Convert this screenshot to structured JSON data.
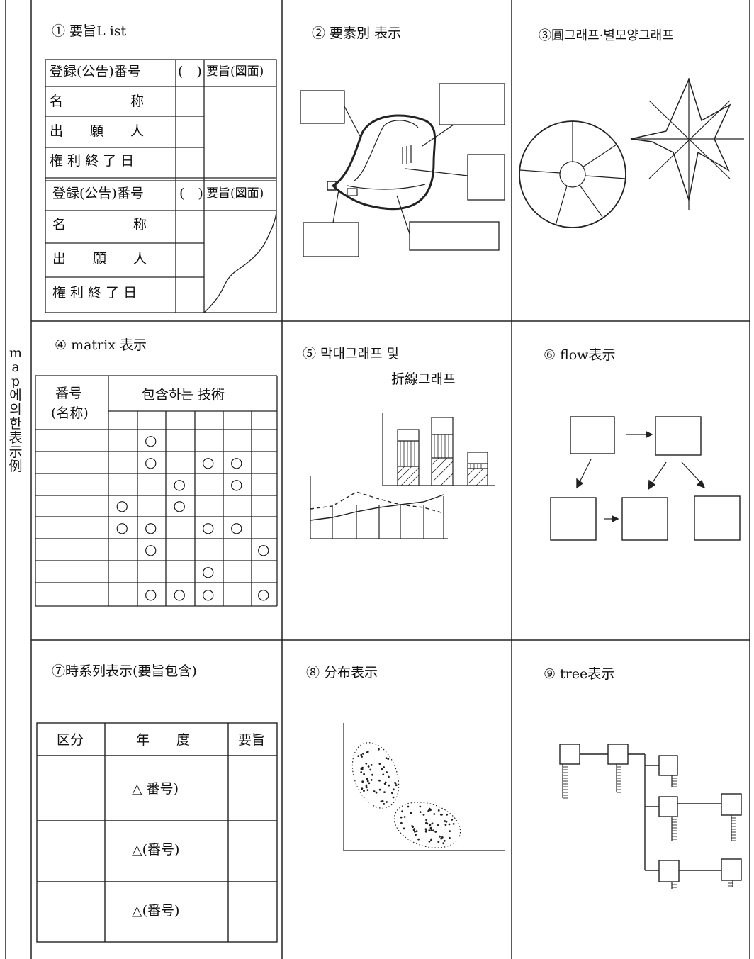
{
  "side_label": [
    "m",
    "a",
    "p",
    "에",
    "의",
    "한",
    "表",
    "示",
    "例"
  ],
  "panels": {
    "p1": {
      "title": "① 要旨L ist",
      "rows_a": [
        "登録(公告)番号",
        "名　　　　　称",
        "出　　願　　人",
        "権 利 終 了 日"
      ],
      "rows_b": [
        "登録(公告)番号",
        "名　　　　　称",
        "出　　願　　人",
        "権 利 終 了 日"
      ],
      "paren": "(　)",
      "yoshi": "要旨(図面)"
    },
    "p2": {
      "title": "② 要素別 表示"
    },
    "p3": {
      "title": "③圓그래프·별모양그래프"
    },
    "p4": {
      "title": "④ matrix 表示",
      "head_left": [
        "番号",
        "(名称)"
      ],
      "head_right": "包含하는 技術",
      "circle": "○",
      "marks": [
        [
          0,
          1,
          0,
          0,
          0,
          0
        ],
        [
          0,
          1,
          0,
          1,
          1,
          0
        ],
        [
          0,
          0,
          1,
          0,
          1,
          0
        ],
        [
          1,
          0,
          1,
          0,
          0,
          0
        ],
        [
          1,
          1,
          0,
          1,
          1,
          0
        ],
        [
          0,
          1,
          0,
          0,
          0,
          1
        ],
        [
          0,
          0,
          0,
          1,
          0,
          0
        ],
        [
          0,
          1,
          1,
          1,
          0,
          1
        ]
      ]
    },
    "p5": {
      "title_line1": "⑤ 막대그래프 및",
      "title_line2": "折線그래프"
    },
    "p6": {
      "title": "⑥ flow表示"
    },
    "p7": {
      "title": "⑦時系列表示(要旨包含)",
      "headers": [
        "区分",
        "年　　度",
        "要旨"
      ],
      "rows": [
        "△ 番号)",
        "△(番号)",
        "△(番号)"
      ]
    },
    "p8": {
      "title": "⑧ 分布表示"
    },
    "p9": {
      "title": "⑨ tree表示"
    }
  }
}
